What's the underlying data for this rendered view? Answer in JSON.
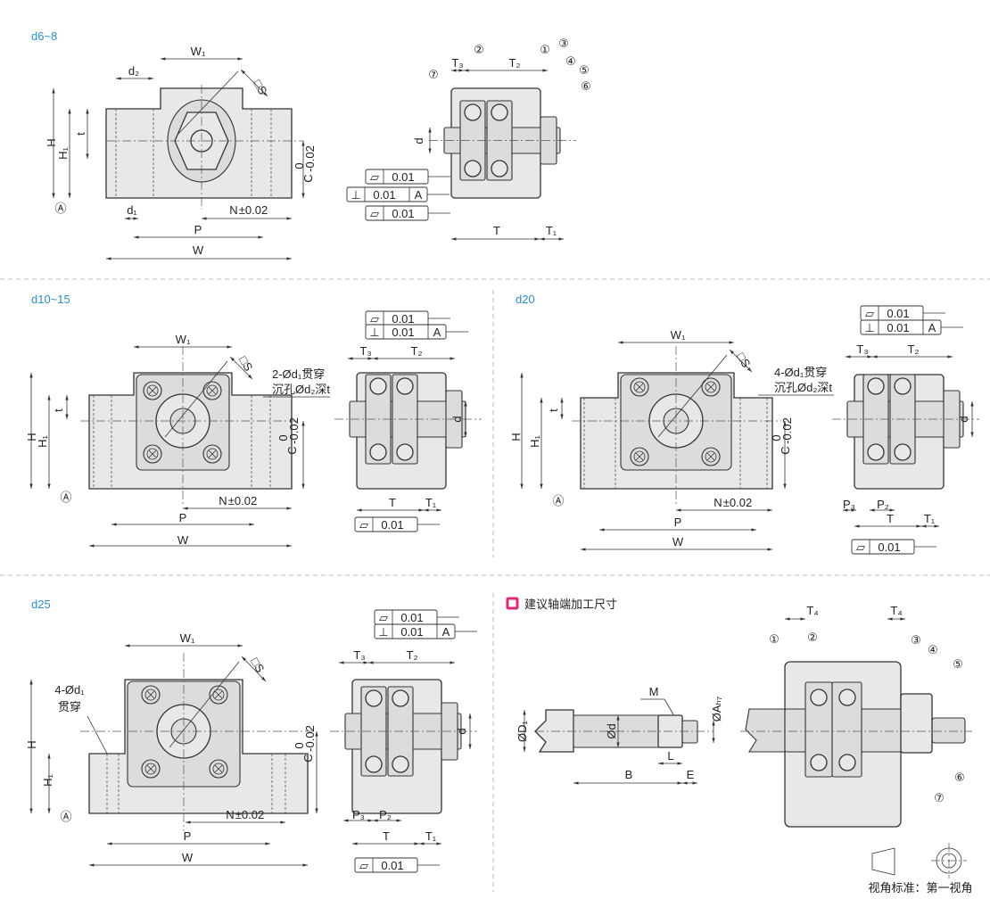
{
  "sections": {
    "d6_8": {
      "title": "d6~8",
      "W1": "W₁",
      "d2": "d₂",
      "S": "□S",
      "H": "H",
      "H1": "H₁",
      "t": "t",
      "C": "C",
      "C_upper": "0",
      "C_lower": "-0.02",
      "datum": "Ⓐ",
      "d1": "d₁",
      "N": "N",
      "N_tol": "±0.02",
      "P": "P",
      "W": "W",
      "T3": "T₃",
      "T2": "T₂",
      "d": "d",
      "T": "T",
      "T1": "T₁",
      "callouts": [
        "①",
        "②",
        "③",
        "④",
        "⑤",
        "⑥",
        "⑦"
      ],
      "tolerances": [
        {
          "symbol": "▱",
          "value": "0.01"
        },
        {
          "symbol": "⊥",
          "value": "0.01",
          "datum": "A"
        },
        {
          "symbol": "▱",
          "value": "0.01"
        }
      ]
    },
    "d10_15": {
      "title": "d10~15",
      "W1": "W₁",
      "S": "□S",
      "note1": "2-Ød₁贯穿",
      "note2": "沉孔Ød₂深t",
      "H": "H",
      "H1": "H₁",
      "t": "t",
      "C": "C",
      "C_upper": "0",
      "C_lower": "-0.02",
      "datum": "Ⓐ",
      "N": "N",
      "N_tol": "±0.02",
      "P": "P",
      "W": "W",
      "T3": "T₃",
      "T2": "T₂",
      "d": "d",
      "T": "T",
      "T1": "T₁",
      "tolerances": [
        {
          "symbol": "▱",
          "value": "0.01"
        },
        {
          "symbol": "⊥",
          "value": "0.01",
          "datum": "A"
        },
        {
          "symbol": "▱",
          "value": "0.01"
        }
      ]
    },
    "d20": {
      "title": "d20",
      "W1": "W₁",
      "S": "□S",
      "note1": "4-Ød₁贯穿",
      "note2": "沉孔Ød₂深t",
      "H": "H",
      "H1": "H₁",
      "t": "t",
      "C": "C",
      "C_upper": "0",
      "C_lower": "-0.02",
      "datum": "Ⓐ",
      "N": "N",
      "N_tol": "±0.02",
      "P": "P",
      "W": "W",
      "T3": "T₃",
      "T2": "T₂",
      "d": "d",
      "P3": "P₃",
      "P2": "P₂",
      "T": "T",
      "T1": "T₁",
      "tolerances": [
        {
          "symbol": "▱",
          "value": "0.01"
        },
        {
          "symbol": "⊥",
          "value": "0.01",
          "datum": "A"
        },
        {
          "symbol": "▱",
          "value": "0.01"
        }
      ]
    },
    "d25": {
      "title": "d25",
      "W1": "W₁",
      "S": "□S",
      "note1": "4-Ød₁",
      "note2": "贯穿",
      "H": "H",
      "H1": "H₁",
      "C": "C",
      "C_upper": "0",
      "C_lower": "-0.02",
      "datum": "Ⓐ",
      "N": "N",
      "N_tol": "±0.02",
      "P": "P",
      "W": "W",
      "T3": "T₃",
      "T2": "T₂",
      "d": "d",
      "P3": "P₃",
      "P2": "P₂",
      "T": "T",
      "T1": "T₁",
      "tolerances": [
        {
          "symbol": "▱",
          "value": "0.01"
        },
        {
          "symbol": "⊥",
          "value": "0.01",
          "datum": "A"
        },
        {
          "symbol": "▱",
          "value": "0.01"
        }
      ]
    },
    "shaft": {
      "legend": "建议轴端加工尺寸",
      "legend_color": "#e0287a",
      "M": "M",
      "D1": "ØD₁",
      "d": "Ød",
      "A": "ØAₕ₇",
      "L": "L",
      "B": "B",
      "E": "E",
      "T4a": "T₄",
      "T4b": "T₄",
      "callouts": [
        "①",
        "②",
        "③",
        "④",
        "⑤",
        "⑥",
        "⑦"
      ]
    }
  },
  "projection": {
    "label": "视角标准：第一视角"
  }
}
